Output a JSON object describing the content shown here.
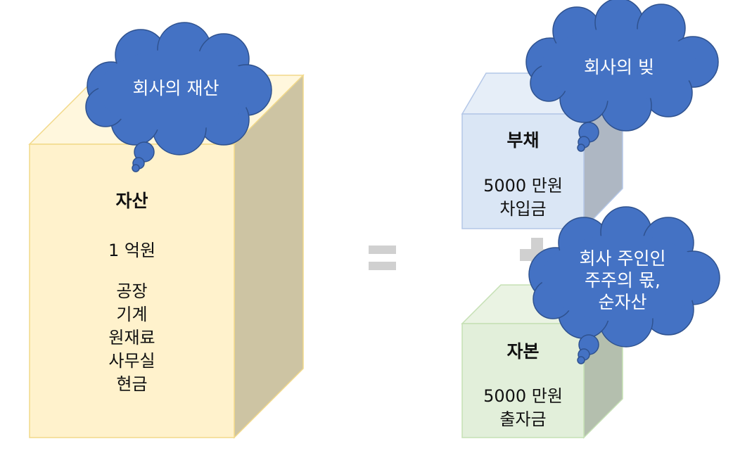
{
  "assets": {
    "cloud": "회사의 재산",
    "title": "자산",
    "amount": "1 억원",
    "items": [
      "공장",
      "기계",
      "원재료",
      "사무실",
      "현금"
    ]
  },
  "liabilities": {
    "cloud": "회사의 빚",
    "title": "부채",
    "amount": "5000 만원",
    "desc": "차입금"
  },
  "equity": {
    "cloud_lines": [
      "회사 주인인",
      "주주의 몫,",
      "순자산"
    ],
    "title": "자본",
    "amount": "5000 만원",
    "desc": "출자금"
  },
  "colors": {
    "cloud": "#4472c4",
    "assets_front": "#fff2cc",
    "assets_side": "#cdc4a3",
    "liabilities_front": "#dae6f5",
    "liabilities_side": "#aeb7c3",
    "equity_front": "#e2efda",
    "equity_side": "#b4bfae",
    "operator": "#d0d0d0"
  }
}
